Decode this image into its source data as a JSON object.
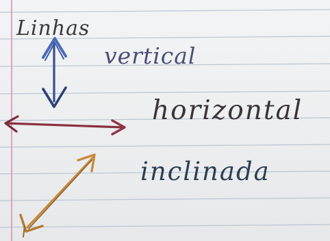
{
  "notebook": {
    "title": "Linhas",
    "labels": {
      "vertical": "vertical",
      "horizontal": "horizontal",
      "inclinada": "inclinada"
    }
  },
  "colors": {
    "paper": "#eef0f1",
    "ruled_line": "#b9c6d3",
    "margin_line": "#e58bb2",
    "vertical_arrow_top": "#3f5ea8",
    "vertical_arrow_bottom": "#2e3f7a",
    "horizontal_arrow": "#8a2f3f",
    "inclined_arrow": "#c98a3a",
    "ink": "#3a3a3c"
  },
  "icons": {
    "vertical": "double-headed-vertical-arrow-icon",
    "horizontal": "double-headed-horizontal-arrow-icon",
    "inclined": "double-headed-diagonal-arrow-icon"
  }
}
